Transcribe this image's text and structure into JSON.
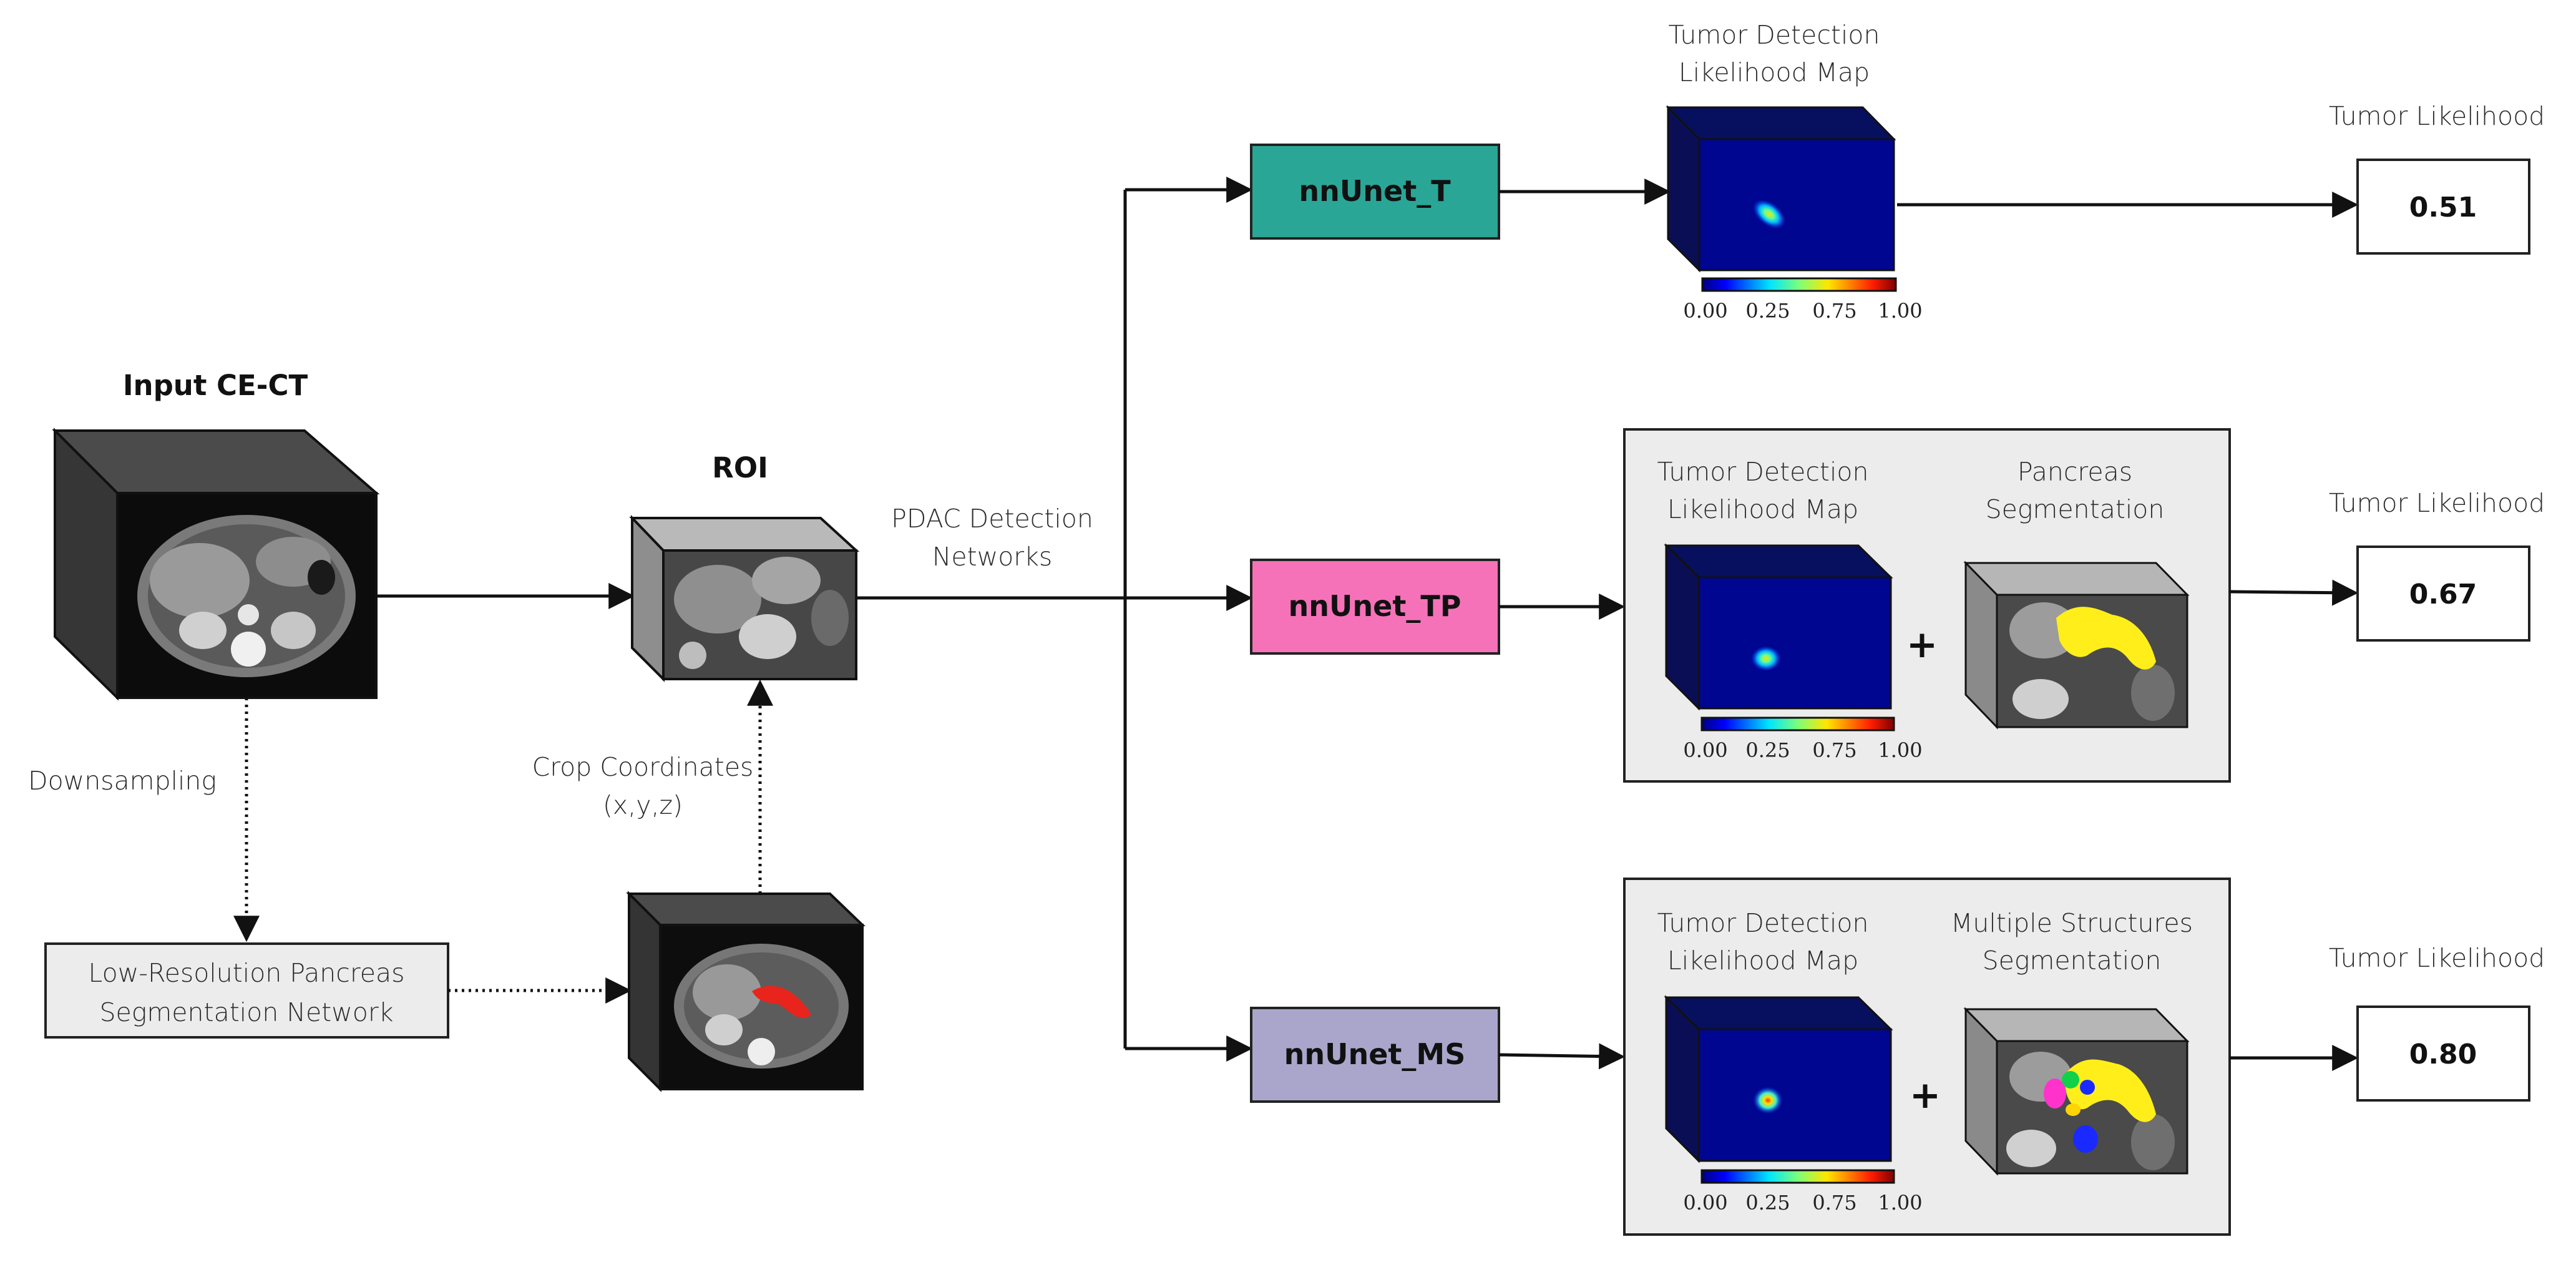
{
  "input": {
    "title": "Input CE-CT"
  },
  "roi": {
    "title": "ROI"
  },
  "labels": {
    "downsampling": "Downsampling",
    "crop_line1": "Crop Coordinates",
    "crop_line2": "(x,y,z)",
    "pdac_line1": "PDAC Detection",
    "pdac_line2": "Networks"
  },
  "lowres": {
    "line1": "Low-Resolution Pancreas",
    "line2": "Segmentation Network"
  },
  "networks": [
    {
      "label": "nnUnet_T",
      "color": "#2aa697"
    },
    {
      "label": "nnUnet_TP",
      "color": "#f572b8"
    },
    {
      "label": "nnUnet_MS",
      "color": "#aaa6cb"
    }
  ],
  "branch_top": {
    "map_line1": "Tumor Detection",
    "map_line2": "Likelihood Map"
  },
  "branch_mid": {
    "map_line1": "Tumor Detection",
    "map_line2": "Likelihood Map",
    "seg_line1": "Pancreas",
    "seg_line2": "Segmentation",
    "plus": "+"
  },
  "branch_bot": {
    "map_line1": "Tumor Detection",
    "map_line2": "Likelihood Map",
    "seg_line1": "Multiple Structures",
    "seg_line2": "Segmentation",
    "plus": "+"
  },
  "colorbar_ticks": [
    "0.00",
    "0.25",
    "0.75",
    "1.00"
  ],
  "outputs": [
    {
      "title": "Tumor Likelihood",
      "value": "0.51"
    },
    {
      "title": "Tumor Likelihood",
      "value": "0.67"
    },
    {
      "title": "Tumor Likelihood",
      "value": "0.80"
    }
  ],
  "colors": {
    "heatmap_front": "#00068f",
    "heatmap_side": "#0a0f55",
    "heatmap_top": "#07105e",
    "ct_dark": "#2c2c2c",
    "ct_side_gray": "#444444",
    "roi_gray": "#a9a9a9",
    "panel_bg": "#ececec",
    "pancreas_yellow": "#ffee1a",
    "segment_red": "#e8241c"
  }
}
